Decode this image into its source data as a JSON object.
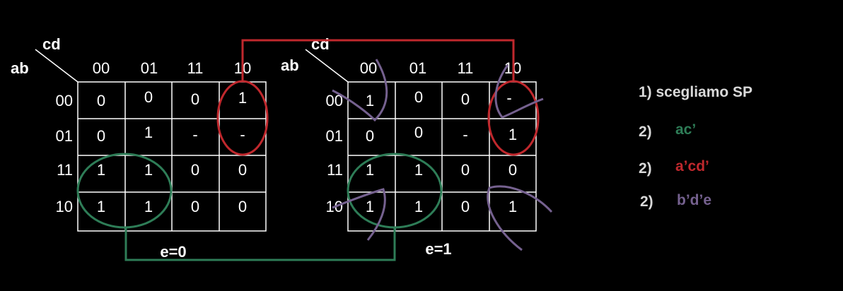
{
  "colors": {
    "background": "#000000",
    "grid": "#ffffff",
    "text": "#ffffff",
    "sp_title": "#d9d9d9",
    "green": "#2e7d57",
    "red": "#c0282d",
    "purple": "#75618f"
  },
  "maps": [
    {
      "row_var": "ab",
      "col_var": "cd",
      "col_headers": [
        "00",
        "01",
        "11",
        "10"
      ],
      "row_headers": [
        "00",
        "01",
        "11",
        "10"
      ],
      "cells": [
        [
          "0",
          "0",
          "0",
          "1"
        ],
        [
          "0",
          "1",
          "-",
          "-"
        ],
        [
          "1",
          "1",
          "0",
          "0"
        ],
        [
          "1",
          "1",
          "0",
          "0"
        ]
      ],
      "label": "e=0"
    },
    {
      "row_var": "ab",
      "col_var": "cd",
      "col_headers": [
        "00",
        "01",
        "11",
        "10"
      ],
      "row_headers": [
        "00",
        "01",
        "11",
        "10"
      ],
      "cells": [
        [
          "1",
          "0",
          "0",
          "-"
        ],
        [
          "0",
          "0",
          "-",
          "1"
        ],
        [
          "1",
          "1",
          "0",
          "0"
        ],
        [
          "1",
          "1",
          "0",
          "1"
        ]
      ],
      "label": "e=1"
    }
  ],
  "sp": {
    "title": "1) scegliamo  SP",
    "terms": [
      {
        "num": "2)",
        "term": "ac’",
        "color": "#2e7d57"
      },
      {
        "num": "2)",
        "term": "a’cd’",
        "color": "#c0282d"
      },
      {
        "num": "2)",
        "term": "b’d’e",
        "color": "#75618f"
      }
    ]
  }
}
